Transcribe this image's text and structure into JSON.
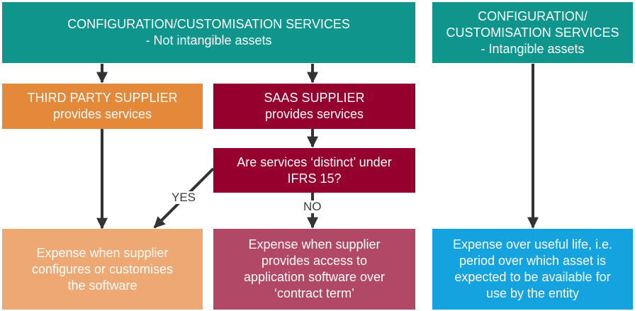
{
  "boxes": {
    "config_not_intangible": {
      "line1": "CONFIGURATION/CUSTOMISATION SERVICES",
      "line2": "- Not intangible assets"
    },
    "config_intangible": {
      "line1": "CONFIGURATION/",
      "line2": "CUSTOMISATION SERVICES",
      "line3": "- Intangible assets"
    },
    "third_party": {
      "line1": "THIRD PARTY SUPPLIER",
      "line2": "provides services"
    },
    "saas": {
      "line1": "SAAS SUPPLIER",
      "line2": "provides services"
    },
    "distinct_question": {
      "line1": "Are services ‘distinct’ under",
      "line2": "IFRS 15?"
    },
    "expense_configures": {
      "line1": "Expense when supplier",
      "line2": "configures or customises",
      "line3": "the software"
    },
    "expense_access": {
      "line1": "Expense when supplier",
      "line2": "provides access to",
      "line3": "application software over",
      "line4": "‘contract term’"
    },
    "expense_useful_life": {
      "line1": "Expense over useful life, i.e.",
      "line2": "period over which asset is",
      "line3": "expected to be available for",
      "line4": "use by the entity"
    }
  },
  "edge_labels": {
    "yes": "YES",
    "no": "NO"
  },
  "colors": {
    "teal": "#0f958c",
    "orange": "#e4883a",
    "maroon": "#95002f",
    "peach": "#eda874",
    "rose": "#b14866",
    "blue": "#15a3e0",
    "arrow": "#333333"
  }
}
